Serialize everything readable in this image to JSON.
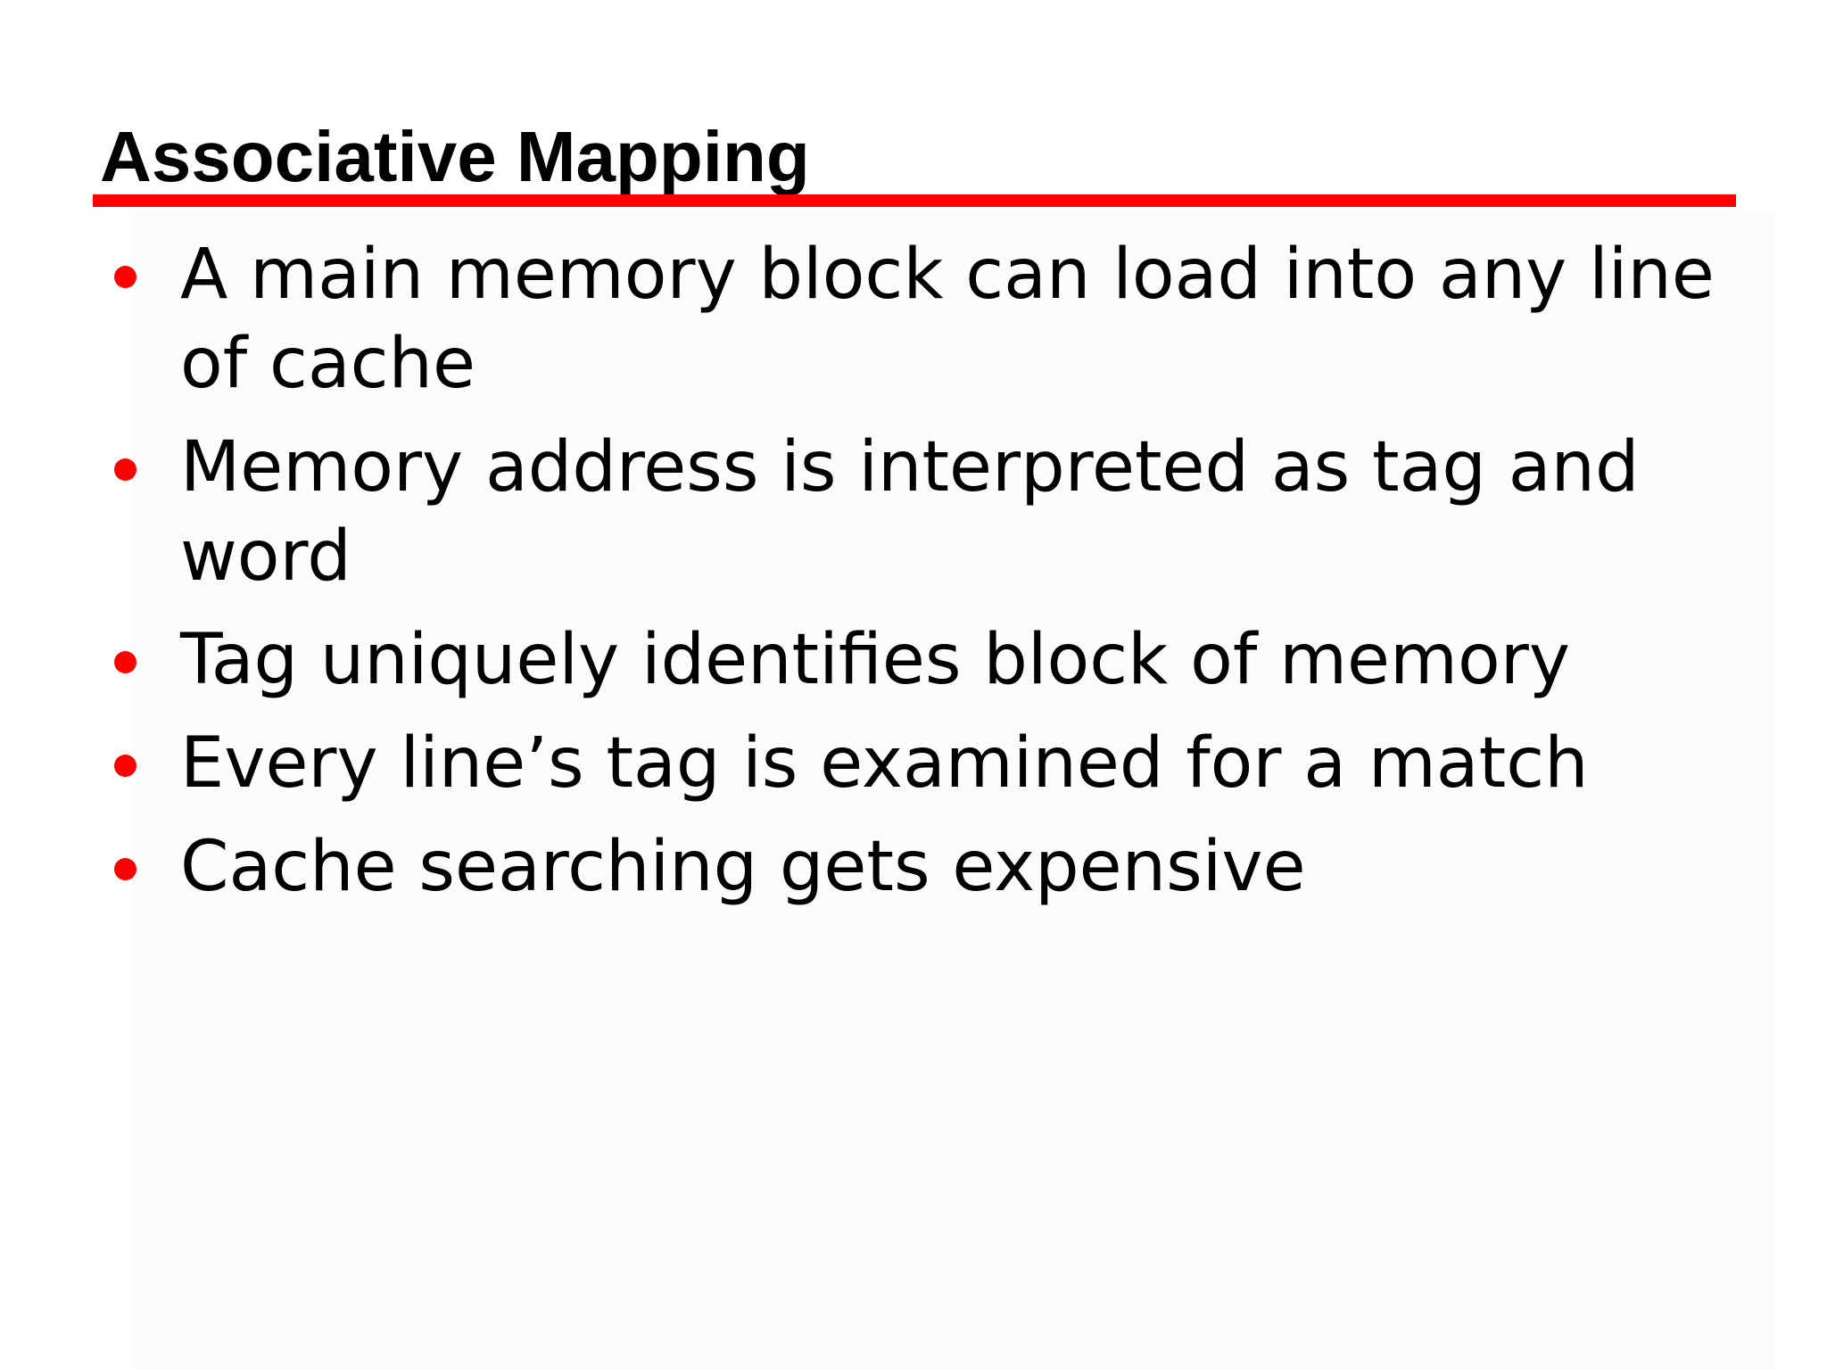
{
  "slide": {
    "title": "Associative Mapping",
    "accent_color": "#ff0000",
    "bullets": [
      {
        "text": "A main memory block can load into any line of cache"
      },
      {
        "text": "Memory address is interpreted as tag and word"
      },
      {
        "text": "Tag uniquely identifies block of memory"
      },
      {
        "text": "Every line’s tag is examined for a match"
      },
      {
        "text": "Cache searching gets expensive"
      }
    ]
  }
}
